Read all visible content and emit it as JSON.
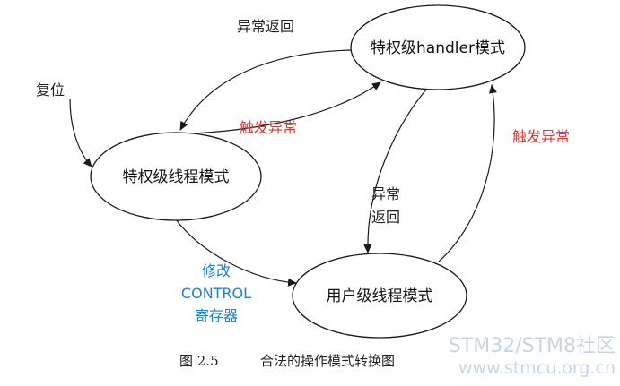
{
  "states": {
    "handler": "特权级handler模式",
    "priv_thread": "特权级线程模式",
    "user_thread": "用户级线程模式"
  },
  "entry_label": "复位",
  "edges": {
    "handler_to_priv": "异常返回",
    "priv_to_handler": "触发异常",
    "user_to_handler": "触发异常",
    "handler_to_user_line1": "异常",
    "handler_to_user_line2": "返回",
    "priv_to_user_line1": "修改",
    "priv_to_user_line2": "CONTROL",
    "priv_to_user_line3": "寄存器"
  },
  "caption": {
    "figure_number": "图 2.5",
    "title": "合法的操作模式转换图"
  },
  "watermark": {
    "line1": "STM32/STM8社区",
    "line2": "www.stmcu.org.cn"
  },
  "colors": {
    "red_label": "#e8312a",
    "blue_label": "#1f7ed6",
    "watermark": "#c4d6e6"
  }
}
